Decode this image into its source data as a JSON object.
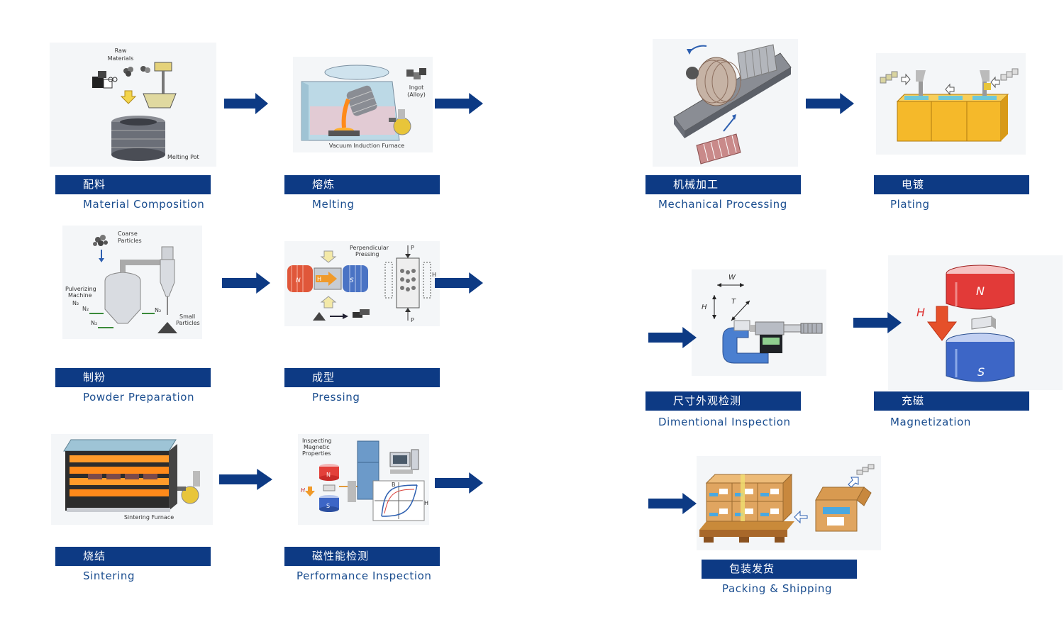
{
  "steps": [
    {
      "id": "material-composition",
      "cn": "配料",
      "en": "Material Composition",
      "labels": [
        "Raw",
        "Materials",
        "Melting Pot"
      ]
    },
    {
      "id": "melting",
      "cn": "熔炼",
      "en": "Melting",
      "labels": [
        "Ingot",
        "(Alloy)",
        "Vacuum Induction Furnace"
      ]
    },
    {
      "id": "powder-preparation",
      "cn": "制粉",
      "en": "Powder Preparation",
      "labels": [
        "Coarse",
        "Particles",
        "Pulverizing",
        "Machine",
        "Small",
        "Particles",
        "N₂",
        "N₂",
        "N₂",
        "N₂"
      ]
    },
    {
      "id": "pressing",
      "cn": "成型",
      "en": "Pressing",
      "labels": [
        "Perpendicular",
        "Pressing",
        "N",
        "S",
        "H",
        "P",
        "P",
        "H"
      ]
    },
    {
      "id": "sintering",
      "cn": "烧结",
      "en": "Sintering",
      "labels": [
        "Sintering Furnace"
      ]
    },
    {
      "id": "performance-inspection",
      "cn": "磁性能检测",
      "en": "Performance Inspection",
      "labels": [
        "Inspecting",
        "Magnetic",
        "Properties",
        "N",
        "S",
        "H",
        "B",
        "H"
      ]
    },
    {
      "id": "mechanical-processing",
      "cn": "机械加工",
      "en": "Mechanical Processing",
      "labels": []
    },
    {
      "id": "plating",
      "cn": "电镀",
      "en": "Plating",
      "labels": []
    },
    {
      "id": "dimentional-inspection",
      "cn": "尺寸外观检测",
      "en": "Dimentional Inspection",
      "labels": [
        "W",
        "H",
        "T"
      ]
    },
    {
      "id": "magnetization",
      "cn": "充磁",
      "en": "Magnetization",
      "labels": [
        "N",
        "H",
        "S"
      ]
    },
    {
      "id": "packing-shipping",
      "cn": "包装发货",
      "en": "Packing & Shipping",
      "labels": []
    }
  ],
  "colors": {
    "label_bg": "#0d3a84",
    "label_text": "#ffffff",
    "caption_text": "#1a4d8f",
    "arrow": "#0d3a84"
  }
}
